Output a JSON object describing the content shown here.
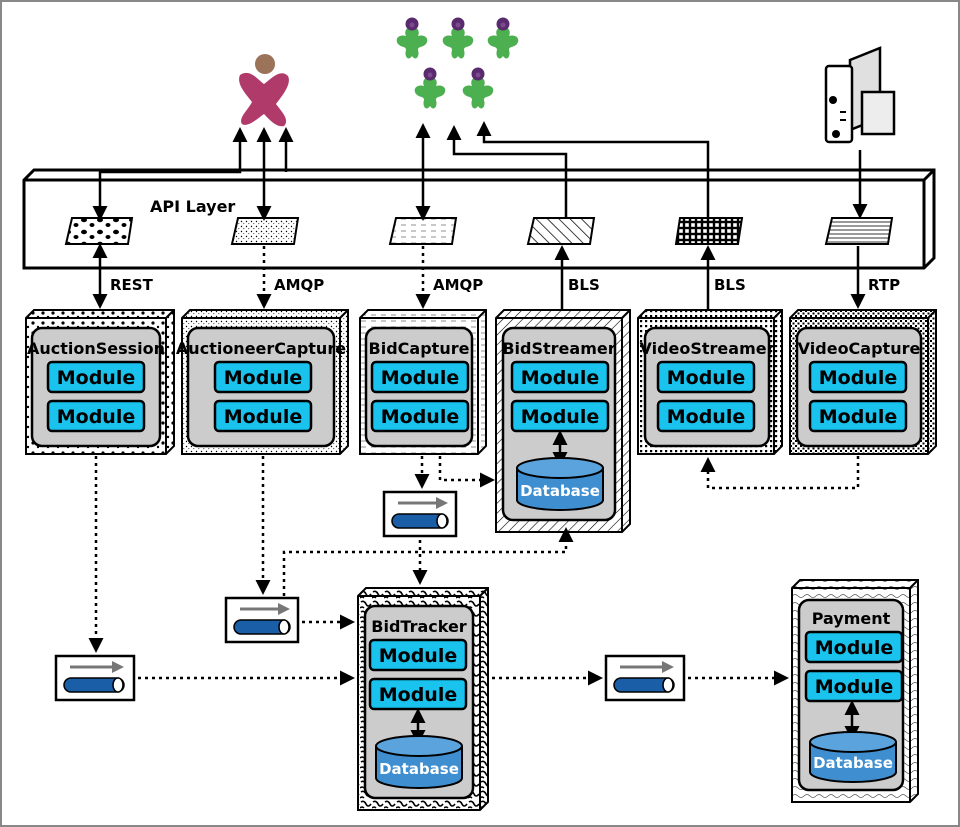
{
  "api_layer": {
    "label": "API Layer"
  },
  "services": {
    "auction_session": {
      "title": "AuctionSession",
      "modules": [
        "Module",
        "Module"
      ]
    },
    "auctioneer_capture": {
      "title": "AuctioneerCapture",
      "modules": [
        "Module",
        "Module"
      ]
    },
    "bid_capture": {
      "title": "BidCapture",
      "modules": [
        "Module",
        "Module"
      ]
    },
    "bid_streamer": {
      "title": "BidStreamer",
      "modules": [
        "Module",
        "Module"
      ],
      "database": "Database"
    },
    "video_streamer": {
      "title": "VideoStreamer",
      "modules": [
        "Module",
        "Module"
      ]
    },
    "video_capture": {
      "title": "VideoCapture",
      "modules": [
        "Module",
        "Module"
      ]
    },
    "bid_tracker": {
      "title": "BidTracker",
      "modules": [
        "Module",
        "Module"
      ],
      "database": "Database"
    },
    "payment": {
      "title": "Payment",
      "modules": [
        "Module",
        "Module"
      ],
      "database": "Database"
    }
  },
  "connections": {
    "rest": "REST",
    "amqp_auctioneer": "AMQP",
    "amqp_bid": "AMQP",
    "bls_bid": "BLS",
    "bls_video": "BLS",
    "rtp": "RTP"
  },
  "colors": {
    "module_fill": "#19c3ee",
    "service_inner": "#cccccc",
    "database_fill": "#3f8fd0",
    "queue_pipe": "#1a5ea8",
    "auctioneer_figure": "#b03b6b",
    "bidder_figure": "#4caf50",
    "bidder_head": "#5a2a6e"
  }
}
